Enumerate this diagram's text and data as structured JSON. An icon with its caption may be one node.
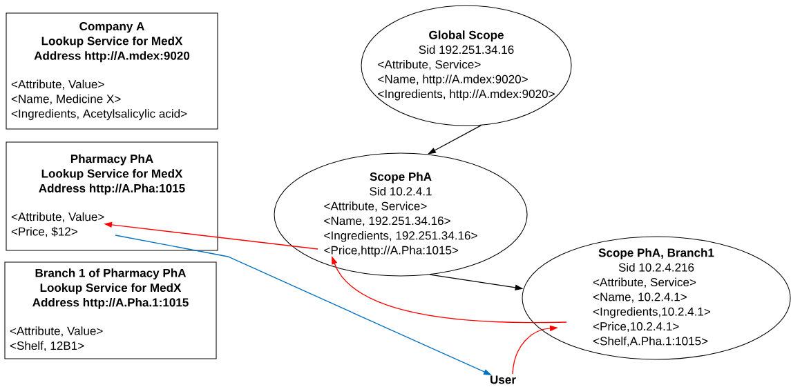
{
  "diagram": {
    "nodes": [
      {
        "text": [
          "Company A",
          "Lookup Service for MedX",
          "Address http://A.mdex:9020",
          "<Attribute, Value>",
          "<Name, Medicine X>",
          "<Ingredients, Acetylsalicylic acid>"
        ]
      },
      {
        "text": [
          "Pharmacy PhA",
          "Lookup Service for MedX",
          "Address http://A.Pha:1015",
          "<Attribute, Value>",
          "<Price, $12>"
        ]
      },
      {
        "text": [
          "Branch 1 of Pharmacy PhA",
          "Lookup Service for MedX",
          "Address http://A.Pha.1:1015",
          "<Attribute, Value>",
          "<Shelf, 12B1>"
        ]
      },
      {
        "text": [
          "Global Scope",
          "Sid 192.251.34.16",
          "<Attribute, Service>",
          "<Name, http://A.mdex:9020>",
          "<Ingredients, http://A.mdex:9020>"
        ]
      },
      {
        "text": [
          "Scope PhA",
          "Sid 10.2.4.1",
          "<Attribute, Service>",
          "<Name, 192.251.34.16>",
          "<Ingredients, 192.251.34.16>",
          "<Price,http://A.Pha:1015>"
        ]
      },
      {
        "text": [
          "Scope PhA, Branch1",
          "Sid 10.2.4.216",
          "<Attribute, Service>",
          "<Name, 10.2.4.1>",
          "<Ingredients,10.2.4.1>",
          "<Price,10.2.4.1>",
          "<Shelf,A.Pha.1:1015>"
        ]
      },
      {
        "text": [
          "User"
        ]
      }
    ],
    "edges": [
      {
        "from": 3,
        "to": 4,
        "arrow": "to",
        "color": "#000000"
      },
      {
        "from": 4,
        "to": 5,
        "arrow": "to",
        "color": "#000000"
      },
      {
        "from": 4,
        "to": 1,
        "arrow": "to",
        "color": "#ff0000"
      },
      {
        "from": 5,
        "to": 4,
        "arrow": "to",
        "color": "#ff0000"
      },
      {
        "from": 6,
        "to": 5,
        "arrow": "to",
        "color": "#ff0000"
      },
      {
        "from": 1,
        "to": 6,
        "arrow": "to",
        "color": "#0070c0"
      }
    ]
  }
}
